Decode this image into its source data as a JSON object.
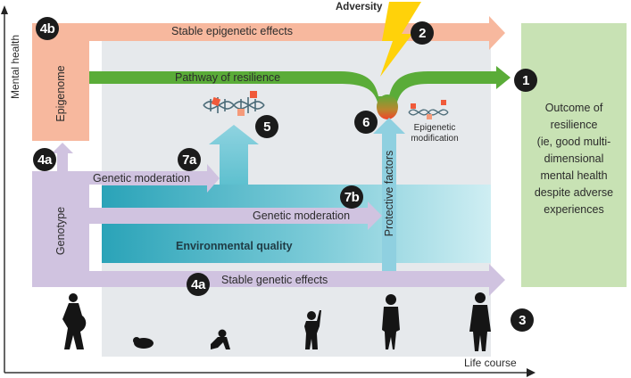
{
  "axes": {
    "y_label": "Mental health",
    "x_label": "Life course"
  },
  "adversity": {
    "label": "Adversity"
  },
  "bands": {
    "epigenome": {
      "label": "Epigenome",
      "color": "#f7b89e"
    },
    "stable_epigenetic": {
      "label": "Stable epigenetic effects",
      "color": "#f7b89e"
    },
    "pathway": {
      "label": "Pathway of resilience",
      "color": "#5aac38"
    },
    "genotype": {
      "label": "Genotype",
      "color": "#d0c3e0"
    },
    "genetic_moderation_a": {
      "label": "Genetic moderation"
    },
    "genetic_moderation_b": {
      "label": "Genetic moderation"
    },
    "environmental_quality": {
      "label": "Environmental quality",
      "color": "#3bb3c3"
    },
    "protective_factors": {
      "label": "Protective factors",
      "color": "#8fd0e0"
    },
    "stable_genetic": {
      "label": "Stable genetic effects"
    },
    "epigenetic_modification": {
      "label": "Epigenetic modification"
    }
  },
  "outcome": {
    "lines": [
      "Outcome of",
      "resilience",
      "(ie, good multi-",
      "dimensional",
      "mental health",
      "despite adverse",
      "experiences"
    ],
    "color": "#c8e2b4"
  },
  "badges": {
    "b1": "1",
    "b2": "2",
    "b3": "3",
    "b4a_top": "4a",
    "b4a_bottom": "4a",
    "b4b": "4b",
    "b5": "5",
    "b6": "6",
    "b7a": "7a",
    "b7b": "7b"
  },
  "life_stages": [
    "pregnancy",
    "newborn",
    "infant",
    "child",
    "adolescent",
    "adult"
  ]
}
